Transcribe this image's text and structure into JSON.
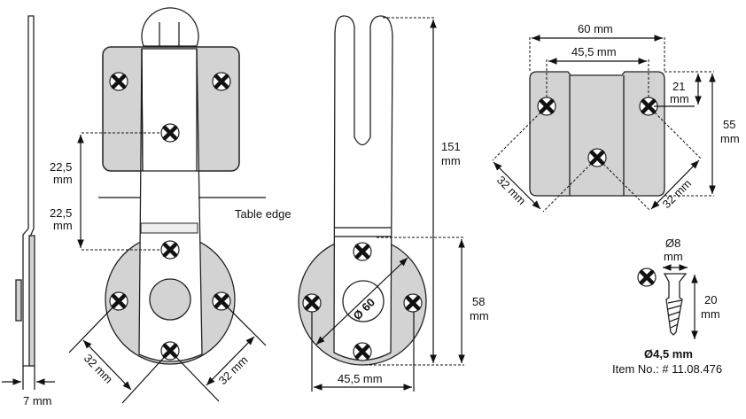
{
  "side_profile": {
    "thickness_label": "7 mm"
  },
  "front_view": {
    "spacing_upper_value": "22,5",
    "spacing_upper_unit": "mm",
    "spacing_lower_value": "22,5",
    "spacing_lower_unit": "mm",
    "table_edge_label": "Table edge",
    "left_spacing_label": "32 mm",
    "right_spacing_label": "32 mm"
  },
  "side_view": {
    "height_value": "151",
    "height_unit": "mm",
    "base_height_value": "58",
    "base_height_unit": "mm",
    "diameter_label": "Ø 60",
    "hole_spacing_label": "45,5 mm"
  },
  "plate_view": {
    "width_label": "60 mm",
    "hole_spacing_label": "45,5 mm",
    "hole_offset_value": "21",
    "hole_offset_unit": "mm",
    "height_value": "55",
    "height_unit": "mm",
    "left_diag_label": "32 mm",
    "right_diag_label": "32 mm"
  },
  "screw": {
    "head_diameter_value": "Ø8",
    "head_diameter_unit": "mm",
    "length_value": "20",
    "length_unit": "mm",
    "shaft_diameter_label": "Ø4,5 mm",
    "item_number": "Item No.: # 11.08.476"
  }
}
